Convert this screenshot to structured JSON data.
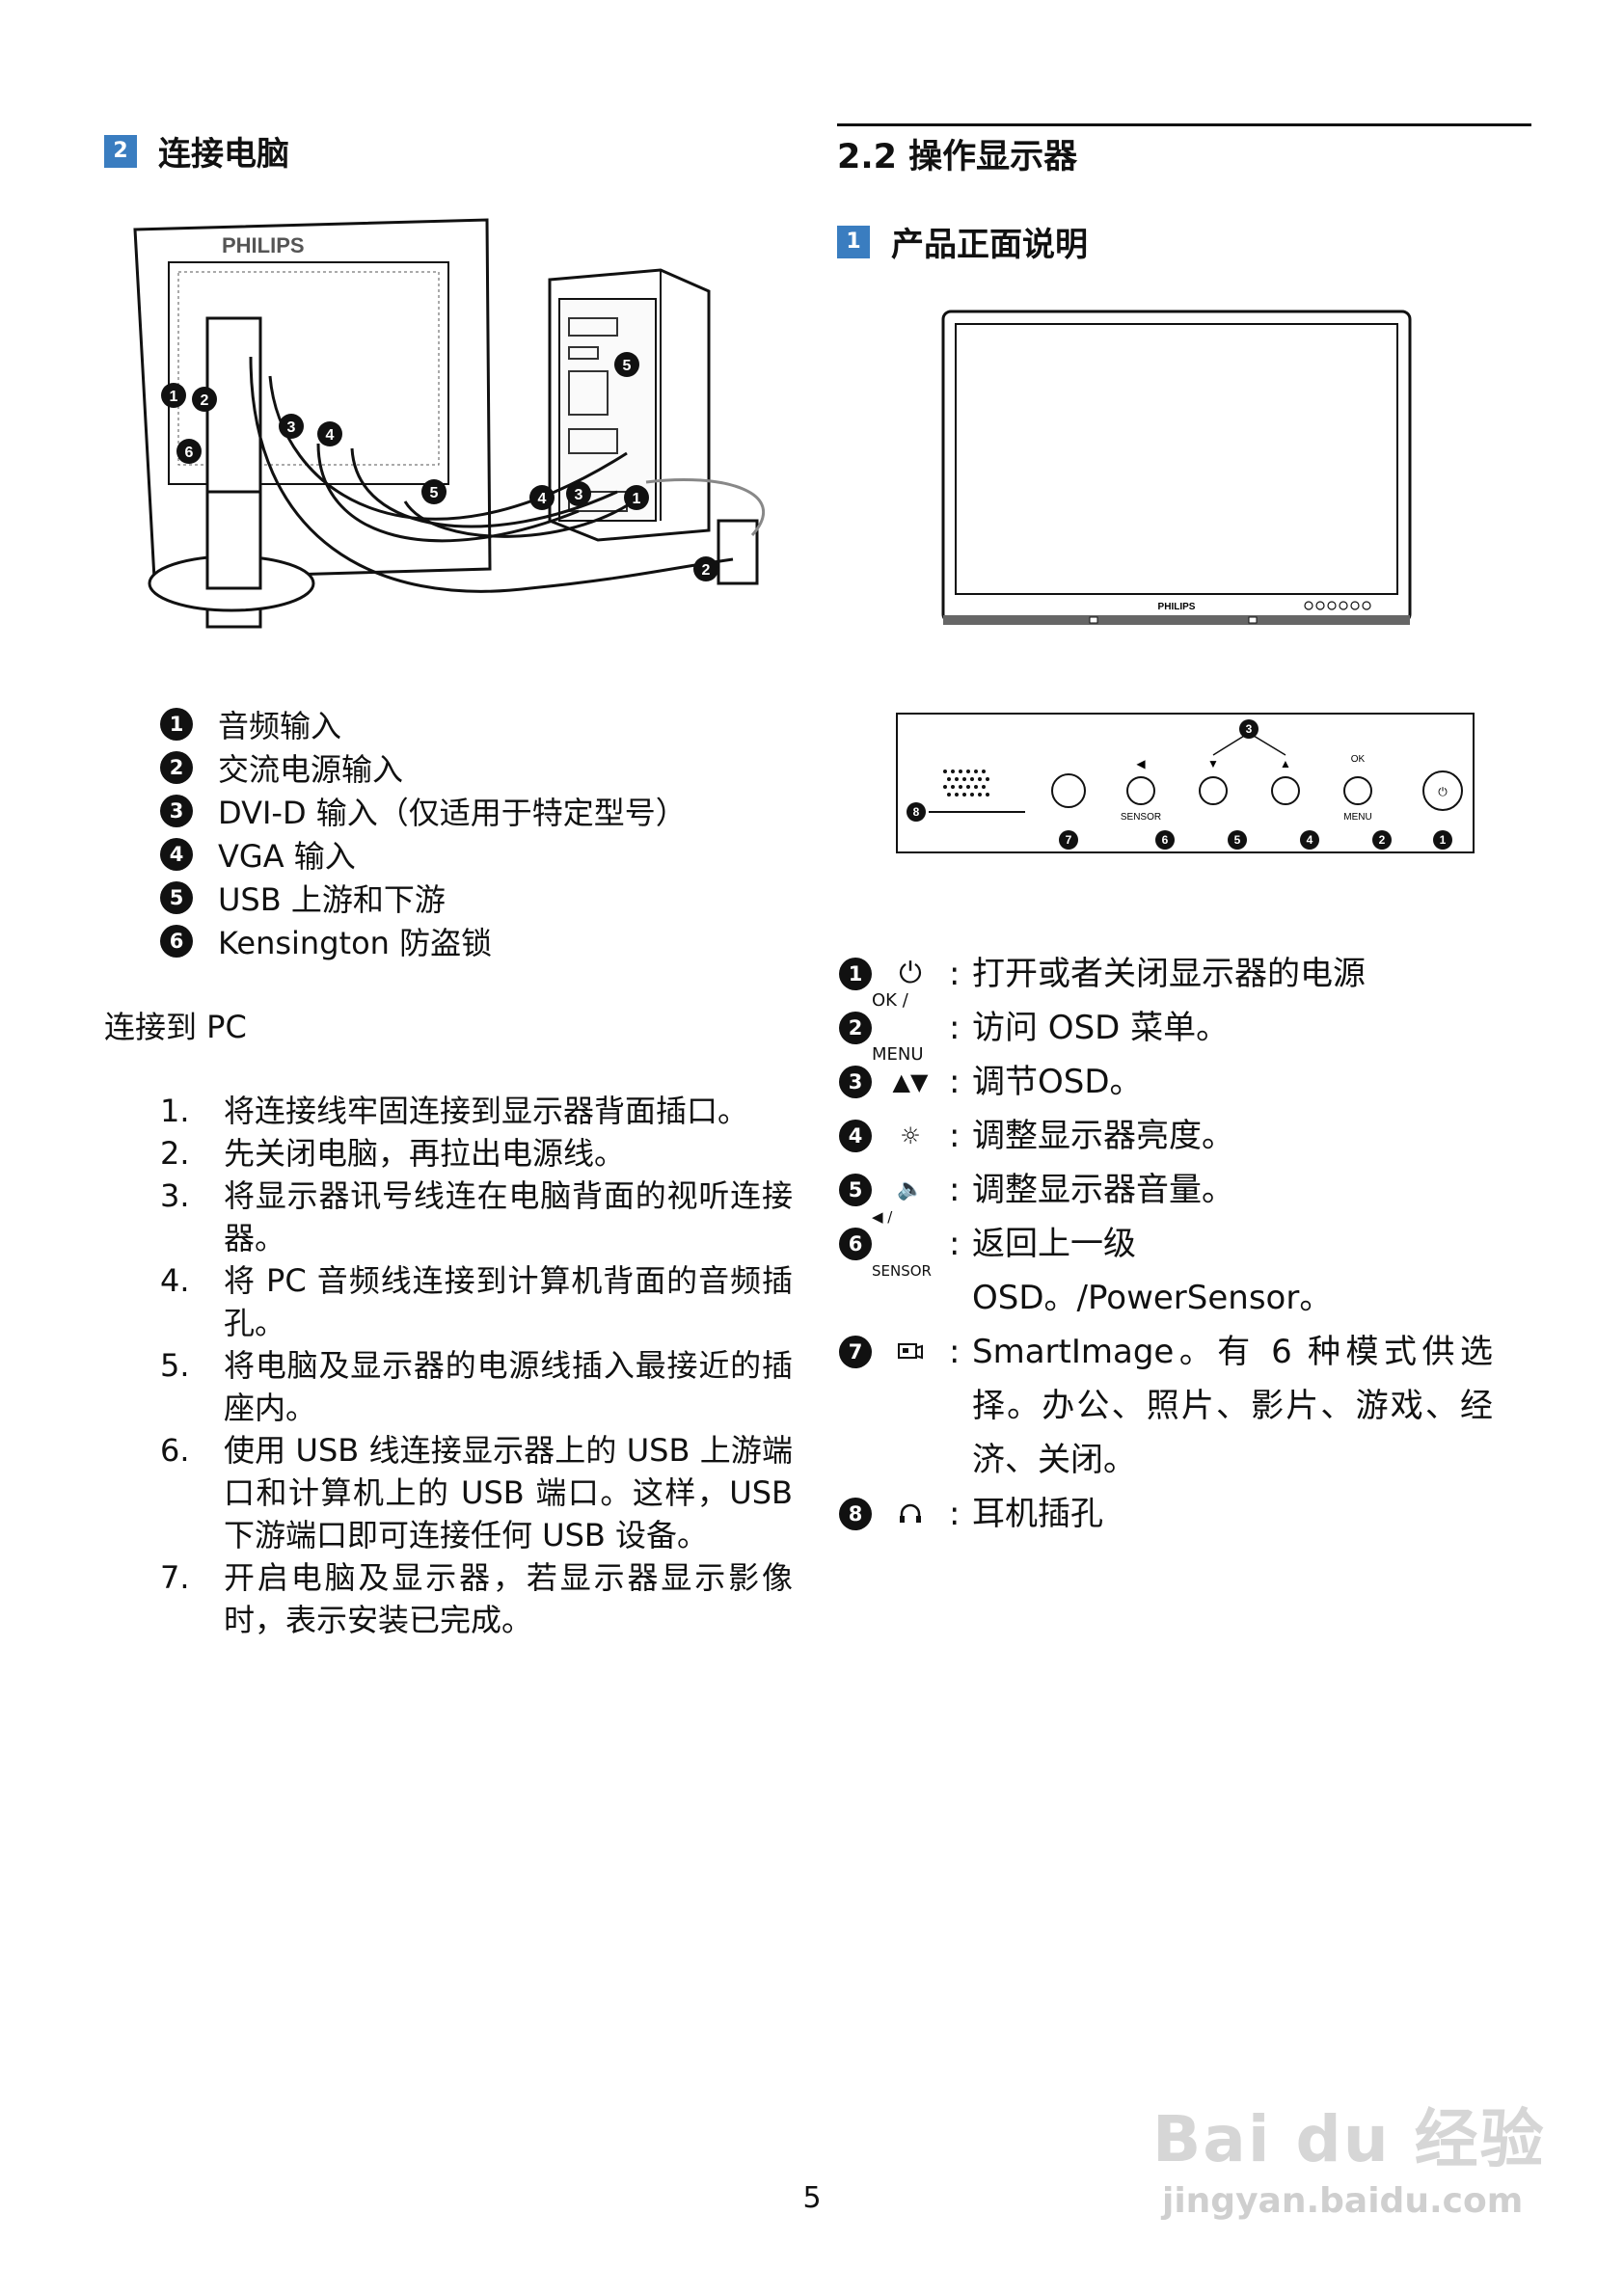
{
  "left": {
    "section_num": "2",
    "section_title": "连接电脑",
    "diagram": {
      "brand": "PHILIPS",
      "markers": [
        "1",
        "2",
        "3",
        "4",
        "5",
        "6"
      ]
    },
    "legend": [
      {
        "num": "1",
        "label": "音频输入"
      },
      {
        "num": "2",
        "label": "交流电源输入"
      },
      {
        "num": "3",
        "label": "DVI-D 输入（仅适用于特定型号）"
      },
      {
        "num": "4",
        "label": "VGA 输入"
      },
      {
        "num": "5",
        "label": "USB 上游和下游"
      },
      {
        "num": "6",
        "label": "Kensington 防盗锁"
      }
    ],
    "connect_title": "连接到 PC",
    "steps": [
      {
        "num": "1.",
        "text": "将连接线牢固连接到显示器背面插口。"
      },
      {
        "num": "2.",
        "text": "先关闭电脑，再拉出电源线。"
      },
      {
        "num": "3.",
        "text": "将显示器讯号线连在电脑背面的视听连接器。"
      },
      {
        "num": "4.",
        "text": "将 PC 音频线连接到计算机背面的音频插孔。"
      },
      {
        "num": "5.",
        "text": "将电脑及显示器的电源线插入最接近的插座内。"
      },
      {
        "num": "6.",
        "text": "使用 USB 线连接显示器上的 USB 上游端口和计算机上的 USB 端口。这样，USB 下游端口即可连接任何 USB 设备。"
      },
      {
        "num": "7.",
        "text": "开启电脑及显示器，若显示器显示影像时，表示安装已完成。"
      }
    ]
  },
  "right": {
    "section_title": "2.2 操作显示器",
    "sub_num": "1",
    "sub_title": "产品正面说明",
    "monitor_brand": "PHILIPS",
    "panel_labels": {
      "sensor": "SENSOR",
      "ok": "OK",
      "menu": "MENU",
      "markers": [
        "8",
        "7",
        "6",
        "5",
        "4",
        "3",
        "2",
        "1"
      ]
    },
    "controls": [
      {
        "num": "1",
        "symbol": "⏻",
        "desc": "打开或者关闭显示器的电源"
      },
      {
        "num": "2",
        "symbol": "OK / MENU",
        "desc": "访问 OSD 菜单。"
      },
      {
        "num": "3",
        "symbol": "▲▼",
        "desc": "调节OSD。"
      },
      {
        "num": "4",
        "symbol": "☼",
        "desc": "调整显示器亮度。"
      },
      {
        "num": "5",
        "symbol": "🔈",
        "desc": "调整显示器音量。"
      },
      {
        "num": "6",
        "symbol": "◀ / SENSOR",
        "desc": "返回上一级 OSD。/PowerSensor。"
      },
      {
        "num": "7",
        "symbol": "smartimage",
        "desc": "SmartImage。有 6 种模式供选择。办公、照片、影片、游戏、经济、关闭。"
      },
      {
        "num": "8",
        "symbol": "headphone",
        "desc": "耳机插孔"
      }
    ]
  },
  "page_number": "5",
  "watermark": {
    "text": "Bai du 经验",
    "url": "jingyan.baidu.com"
  }
}
